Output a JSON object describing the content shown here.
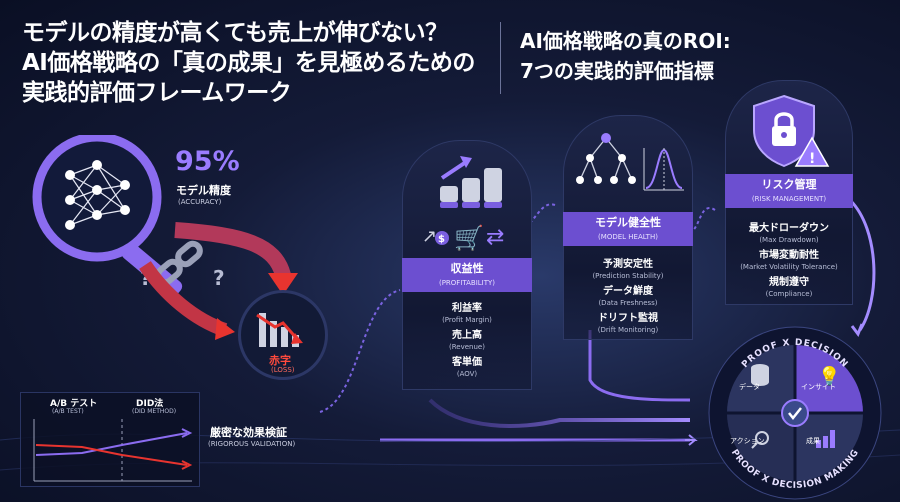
{
  "title": {
    "line1": "モデルの精度が高くても売上が伸びない？",
    "line2": "AI価格戦略の「真の成果」を見極めるための",
    "line3": "実践的評価フレームワーク"
  },
  "side_title": {
    "line1": "AI価格戦略の真のROI:",
    "line2": "7つの実践的評価指標"
  },
  "accuracy": {
    "value": "95%",
    "label": "モデル精度",
    "label_en": "(ACCURACY)"
  },
  "loss": {
    "label": "赤字",
    "label_en": "(LOSS)"
  },
  "validation": {
    "ab_label": "A/B テスト",
    "ab_sub": "(A/B TEST)",
    "did_label": "DID法",
    "did_sub": "(DID METHOD)",
    "label": "厳密な効果検証",
    "label_en": "(RIGOROUS VALIDATION)"
  },
  "profitability": {
    "title": "収益性",
    "title_en": "(PROFITABILITY)",
    "metrics": [
      {
        "ja": "利益率",
        "en": "(Profit Margin)"
      },
      {
        "ja": "売上高",
        "en": "(Revenue)"
      },
      {
        "ja": "客単価",
        "en": "(AOV)"
      }
    ]
  },
  "model_health": {
    "title": "モデル健全性",
    "title_en": "(MODEL HEALTH)",
    "metrics": [
      {
        "ja": "予測安定性",
        "en": "(Prediction Stability)"
      },
      {
        "ja": "データ鮮度",
        "en": "(Data Freshness)"
      },
      {
        "ja": "ドリフト監視",
        "en": "(Drift Monitoring)"
      }
    ]
  },
  "risk": {
    "title": "リスク管理",
    "title_en": "(RISK MANAGEMENT)",
    "metrics": [
      {
        "ja": "最大ドローダウン",
        "en": "(Max Drawdown)"
      },
      {
        "ja": "市場変動耐性",
        "en": "(Market Volatility Tolerance)"
      },
      {
        "ja": "規制遵守",
        "en": "(Compliance)"
      }
    ]
  },
  "cycle": {
    "top_label": "PROOF X DECISION",
    "bottom_label": "PROOF X DECISION MAKING",
    "q1": "データ",
    "q2": "インサイト",
    "q3": "アクション",
    "q4": "成果"
  },
  "colors": {
    "accent": "#6c4fd0",
    "violet": "#8b6cf0",
    "loss_red": "#e8342f",
    "bg": "#141b38"
  }
}
